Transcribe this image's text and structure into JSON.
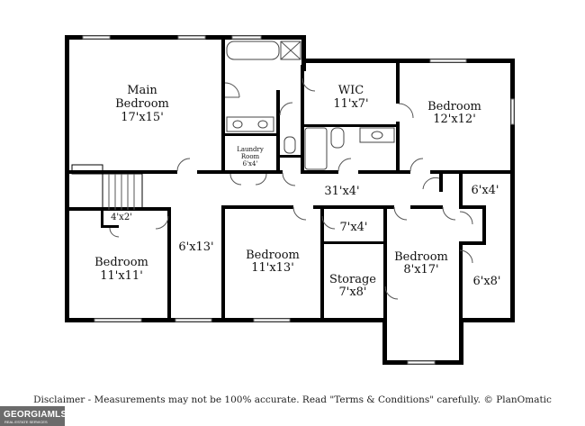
{
  "rooms": {
    "main_bedroom": {
      "name": "Main Bedroom",
      "name_line1": "Main",
      "name_line2": "Bedroom",
      "size": "17'x15'"
    },
    "wic": {
      "name": "WIC",
      "size": "11'x7'"
    },
    "bedroom_ne": {
      "name": "Bedroom",
      "size": "12'x12'"
    },
    "laundry": {
      "name_line1": "Laundry",
      "name_line2": "Room",
      "size": "6'x4'"
    },
    "hallway": {
      "size": "31'x4'"
    },
    "closet_e": {
      "size": "6'x4'"
    },
    "closet_sw": {
      "size": "4'x2'"
    },
    "bedroom_sw": {
      "name": "Bedroom",
      "size": "11'x11'"
    },
    "hall_w": {
      "size": "6'x13'"
    },
    "bedroom_mid": {
      "name": "Bedroom",
      "size": "11'x13'"
    },
    "closet_mid": {
      "size": "7'x4'"
    },
    "storage": {
      "name": "Storage",
      "size": "7'x8'"
    },
    "bedroom_s": {
      "name": "Bedroom",
      "size": "8'x17'"
    },
    "closet_se": {
      "size": "6'x8'"
    }
  },
  "footer": {
    "disclaimer": "Disclaimer - Measurements may not be 100% accurate. Read \"Terms & Conditions\" carefully. © PlanOmatic"
  },
  "logo": {
    "line1": "GEORGIAMLS",
    "line2": "REAL ESTATE SERVICES"
  }
}
